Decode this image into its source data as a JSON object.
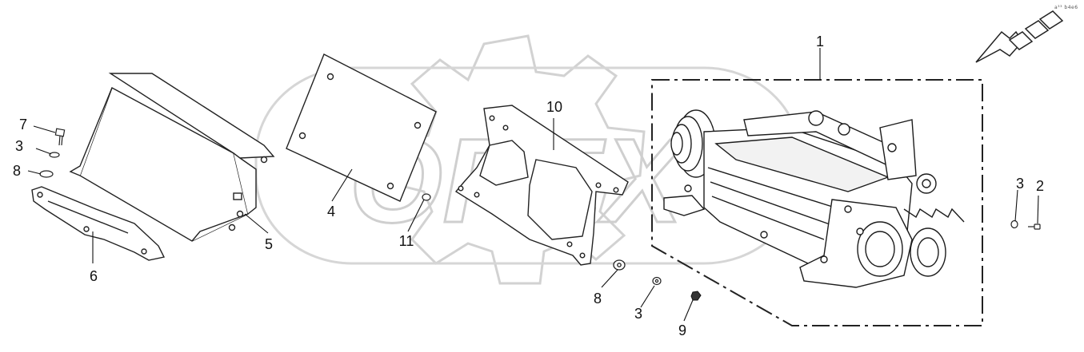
{
  "diagram": {
    "drawing_code": "a³³ b4e6",
    "watermark": "OPEX",
    "callouts": [
      {
        "id": "c1",
        "label": "1"
      },
      {
        "id": "c2",
        "label": "2"
      },
      {
        "id": "c3a",
        "label": "3"
      },
      {
        "id": "c3b",
        "label": "3"
      },
      {
        "id": "c3c",
        "label": "3"
      },
      {
        "id": "c4",
        "label": "4"
      },
      {
        "id": "c5",
        "label": "5"
      },
      {
        "id": "c6",
        "label": "6"
      },
      {
        "id": "c7",
        "label": "7"
      },
      {
        "id": "c8a",
        "label": "8"
      },
      {
        "id": "c8b",
        "label": "8"
      },
      {
        "id": "c9",
        "label": "9"
      },
      {
        "id": "c10",
        "label": "10"
      },
      {
        "id": "c11",
        "label": "11"
      }
    ]
  }
}
